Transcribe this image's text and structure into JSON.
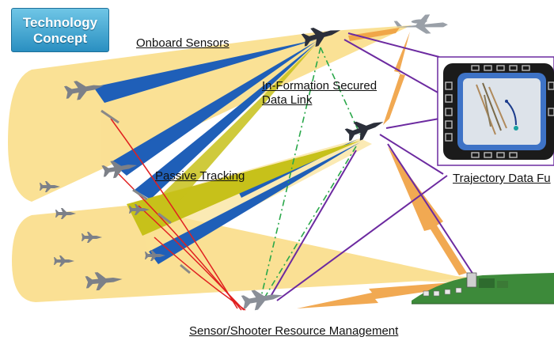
{
  "title": {
    "line1": "Technology",
    "line2": "Concept"
  },
  "labels": {
    "onboard_sensors": "Onboard Sensors",
    "datalink_line1": "In-Formation Secured",
    "datalink_line2": "Data Link",
    "passive_tracking": "Passive Tracking",
    "trajectory": "Trajectory Data Fu",
    "resource_mgmt": "Sensor/Shooter Resource Management"
  },
  "colors": {
    "beam_yellow": "#fadf8f",
    "beam_blue": "#1f5fb8",
    "beam_olive": "#c7c11a",
    "datalink_purple": "#6c2aa0",
    "datalink_green": "#2aa84a",
    "missile_red": "#e02020",
    "link_orange": "#f0a040",
    "title_blue": "#2a8fc1"
  },
  "icons": {
    "fighter": "fighter-jet-icon",
    "awacs": "awacs-aircraft-icon",
    "ground": "ground-station-icon",
    "display": "cockpit-display-icon"
  }
}
